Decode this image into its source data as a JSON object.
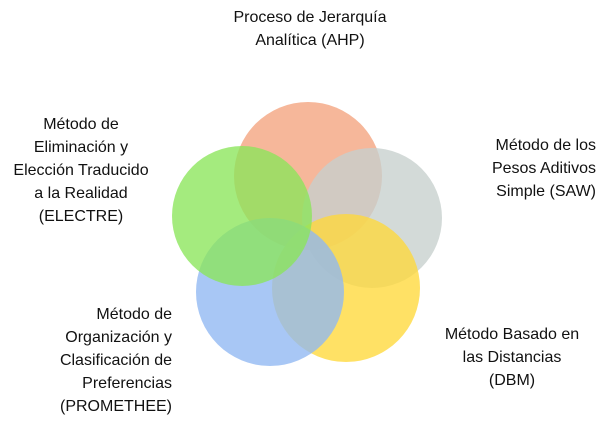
{
  "diagram": {
    "type": "venn-5",
    "circles": [
      {
        "key": "ahp",
        "color": "#F4A37E"
      },
      {
        "key": "saw",
        "color": "#C7CFCD"
      },
      {
        "key": "dbm",
        "color": "#FFD83A"
      },
      {
        "key": "promethee",
        "color": "#8FB7F2"
      },
      {
        "key": "electre",
        "color": "#8BE65A"
      }
    ],
    "opacity": 0.78
  },
  "labels": {
    "ahp": {
      "lines": [
        "Proceso de Jerarquía",
        "Analítica (AHP)"
      ]
    },
    "electre": {
      "lines": [
        "Método de",
        "Eliminación y",
        "Elección Traducido",
        "a la Realidad",
        "(ELECTRE)"
      ]
    },
    "saw": {
      "lines": [
        "Método de los",
        "Pesos Aditivos",
        "Simple (SAW)"
      ]
    },
    "promethee": {
      "lines": [
        "Método de",
        "Organización y",
        "Clasificación de",
        "Preferencias",
        "(PROMETHEE)"
      ]
    },
    "dbm": {
      "lines": [
        "Método Basado en",
        "las Distancias",
        "(DBM)"
      ]
    }
  }
}
